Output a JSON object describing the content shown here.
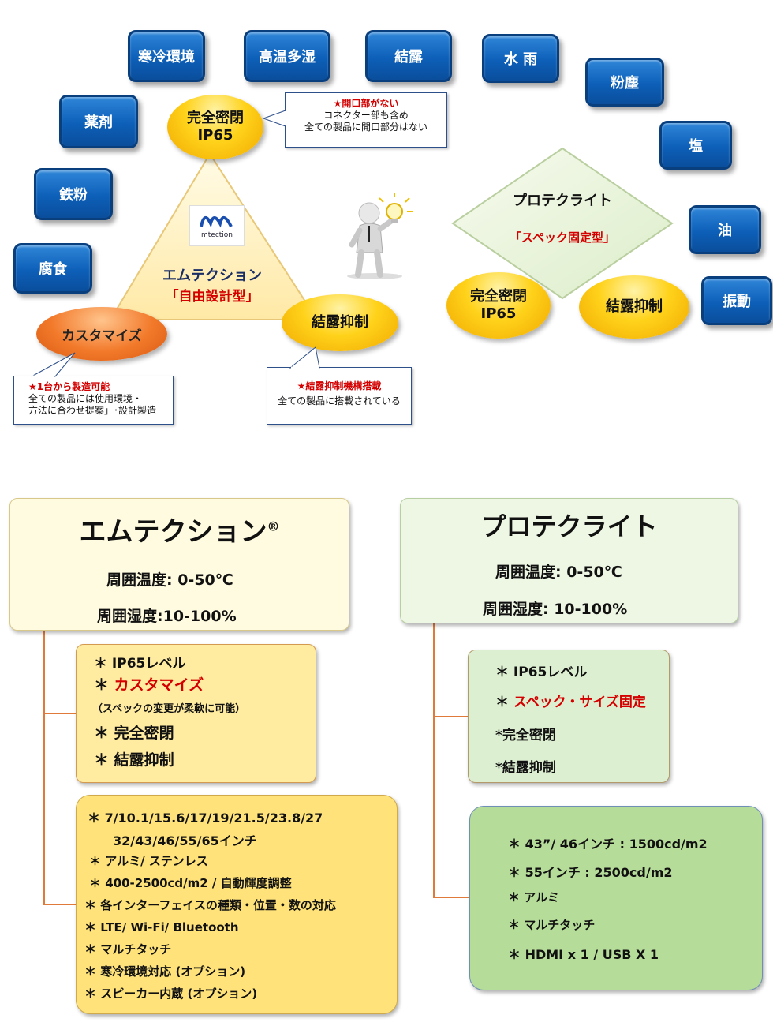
{
  "env_tags": [
    "寒冷環境",
    "高温多湿",
    "結露",
    "水 雨",
    "粉塵",
    "薬剤",
    "塩",
    "鉄粉",
    "油",
    "腐食",
    "振動"
  ],
  "mtection_diagram": {
    "logo_text": "mtection",
    "title": "エムテクション",
    "subtitle": "「自由設計型」",
    "seal_top": [
      "完全密閉",
      "IP65"
    ],
    "customize": "カスタマイズ",
    "condensation": "結露抑制",
    "callout_seal": {
      "head": "★開口部がない",
      "lines": [
        "コネクター部も含め",
        "全ての製品に開口部分はない"
      ]
    },
    "callout_customize": {
      "head": "★1台から製造可能",
      "lines": [
        "全ての製品には使用環境・",
        "方法に合わせ提案」･設計製造"
      ]
    },
    "callout_condensation": {
      "head": "★結露抑制機構搭載",
      "lines": [
        "全ての製品に搭載されている"
      ]
    }
  },
  "protect_diagram": {
    "title": "プロテクライト",
    "subtitle": "「スペック固定型」",
    "seal": [
      "完全密閉",
      "IP65"
    ],
    "condensation": "結露抑制"
  },
  "colors": {
    "red": "#d40000",
    "blue": "#0d5fb8",
    "gold": "#ffd21a",
    "orange_line": "#e07a3a"
  },
  "mtection_panel": {
    "title": "エムテクション",
    "reg": "®",
    "temp": "周囲温度: 0-50℃",
    "humidity": "周囲湿度:10-100%",
    "features": [
      "＊ IP65レベル",
      "＊",
      "カスタマイズ",
      "（スペックの変更が柔軟に可能）",
      "＊ 完全密閉",
      "＊ 結露抑制"
    ],
    "specs": [
      "＊ 7/10.1/15.6/17/19/21.5/23.8/27",
      "32/43/46/55/65インチ",
      "＊ アルミ/ ステンレス",
      "＊ 400-2500cd/m2 / 自動輝度調整",
      "＊ 各インターフェイスの種類・位置・数の対応",
      "＊ LTE/ Wi-Fi/ Bluetooth",
      "＊ マルチタッチ",
      "＊ 寒冷環境対応 (オプション)",
      "＊ スピーカー内蔵 (オプション)"
    ]
  },
  "protect_panel": {
    "title": "プロテクライト",
    "temp": "周囲温度: 0-50℃",
    "humidity": "周囲湿度: 10-100%",
    "features": [
      "＊ IP65レベル",
      "＊",
      "スペック・サイズ固定",
      "*完全密閉",
      "*結露抑制"
    ],
    "specs": [
      "＊ 43”/ 46インチ : 1500cd/m2",
      "＊ 55インチ :   2500cd/m2",
      "＊ アルミ",
      "＊ マルチタッチ",
      "＊ HDMI x 1 / USB X 1"
    ]
  }
}
